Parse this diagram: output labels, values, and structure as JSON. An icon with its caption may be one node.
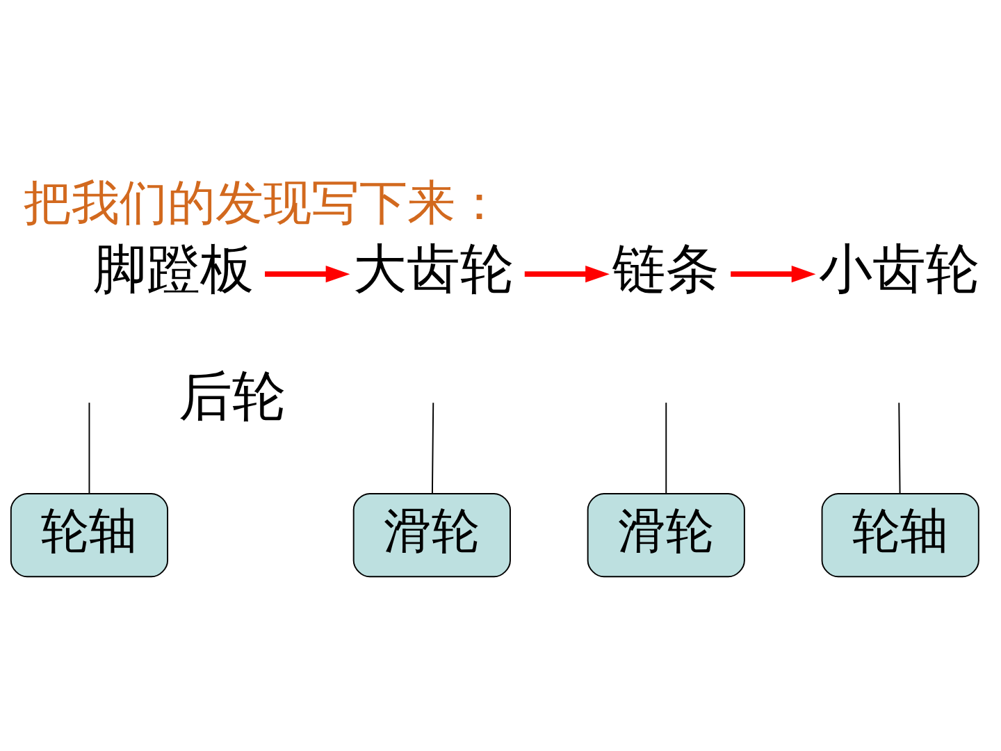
{
  "diagram": {
    "title": "把我们的发现写下来：",
    "nodes": [
      {
        "text": [
          "脚蹬板"
        ]
      },
      {
        "text": [
          "大齿轮"
        ]
      },
      {
        "text": [
          "链条"
        ]
      },
      {
        "text": [
          "小齿轮"
        ]
      },
      {
        "text": [
          "轮轴"
        ]
      },
      {
        "text": [
          "滑轮"
        ]
      },
      {
        "text": [
          "滑轮"
        ]
      },
      {
        "text": [
          "轮轴"
        ]
      }
    ],
    "edges": [
      {
        "from": 0,
        "to": 1,
        "arrow": "to",
        "color": "#ff0000",
        "style": "thick"
      },
      {
        "from": 1,
        "to": 2,
        "arrow": "to",
        "color": "#ff0000",
        "style": "thick"
      },
      {
        "from": 2,
        "to": 3,
        "arrow": "to",
        "color": "#ff0000",
        "style": "thick"
      },
      {
        "from": 4,
        "to": null,
        "arrow": "none"
      },
      {
        "from": 5,
        "to": null,
        "arrow": "none"
      },
      {
        "from": 6,
        "to": null,
        "arrow": "none"
      },
      {
        "from": 7,
        "to": null,
        "arrow": "none"
      }
    ],
    "labels": [
      "后轮"
    ]
  }
}
